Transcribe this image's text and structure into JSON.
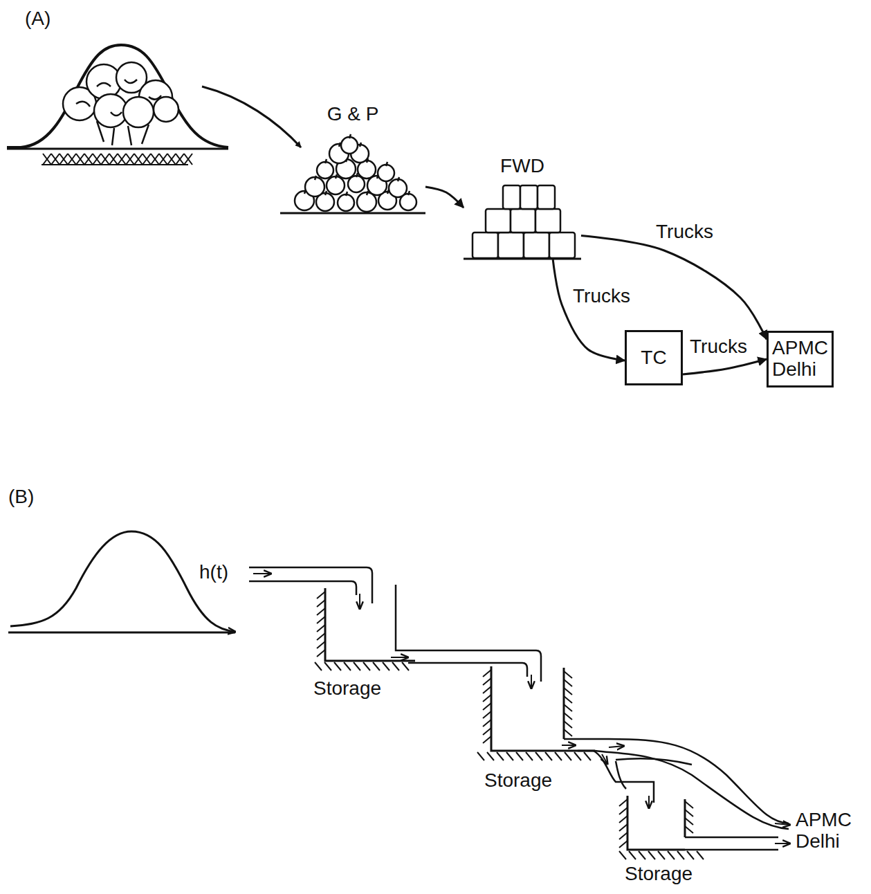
{
  "diagram": {
    "nodes": [
      {
        "text": [
          "G & P"
        ]
      },
      {
        "text": [
          "FWD"
        ]
      },
      {
        "text": [
          "TC"
        ]
      },
      {
        "text": [
          "APMC Delhi"
        ]
      }
    ],
    "edges": [
      {
        "from": 0,
        "to": 1,
        "arrow": "to"
      },
      {
        "from": 1,
        "to": 3,
        "label": "Trucks",
        "arrow": "to"
      },
      {
        "from": 1,
        "to": 2,
        "label": "Trucks",
        "arrow": "to"
      },
      {
        "from": 2,
        "to": 3,
        "label": "Trucks",
        "arrow": "to"
      }
    ],
    "labels": [
      "(A)",
      "(B)",
      "h(t)",
      "Storage",
      "Storage",
      "Storage",
      "APMC Delhi"
    ]
  }
}
